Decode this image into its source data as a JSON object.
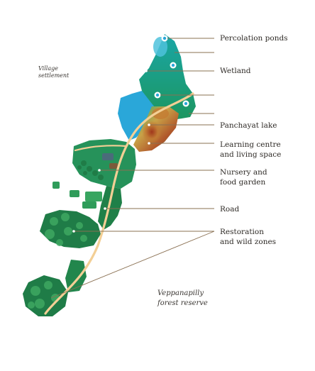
{
  "labels": {
    "percolation_ponds": "Percolation ponds",
    "wetland": "Wetland",
    "panchayat_lake": "Panchayat lake",
    "learning_centre_1": "Learning centre",
    "learning_centre_2": "and living space",
    "nursery_1": "Nursery and",
    "nursery_2": "food garden",
    "road": "Road",
    "restoration_1": "Restoration",
    "restoration_2": "and wild zones",
    "village_1": "Village",
    "village_2": "settlement",
    "forest_1": "Veppanapilly",
    "forest_2": "forest reserve"
  },
  "colors": {
    "forest_green": "#1f8a4c",
    "light_green": "#3fb36b",
    "wetland_teal": "#1fa39a",
    "water_blue": "#2aa7d9",
    "lake_orange": "#c98a3a",
    "lake_red": "#a5441f",
    "road": "#f3cf95",
    "leader_line": "#8a7052"
  }
}
